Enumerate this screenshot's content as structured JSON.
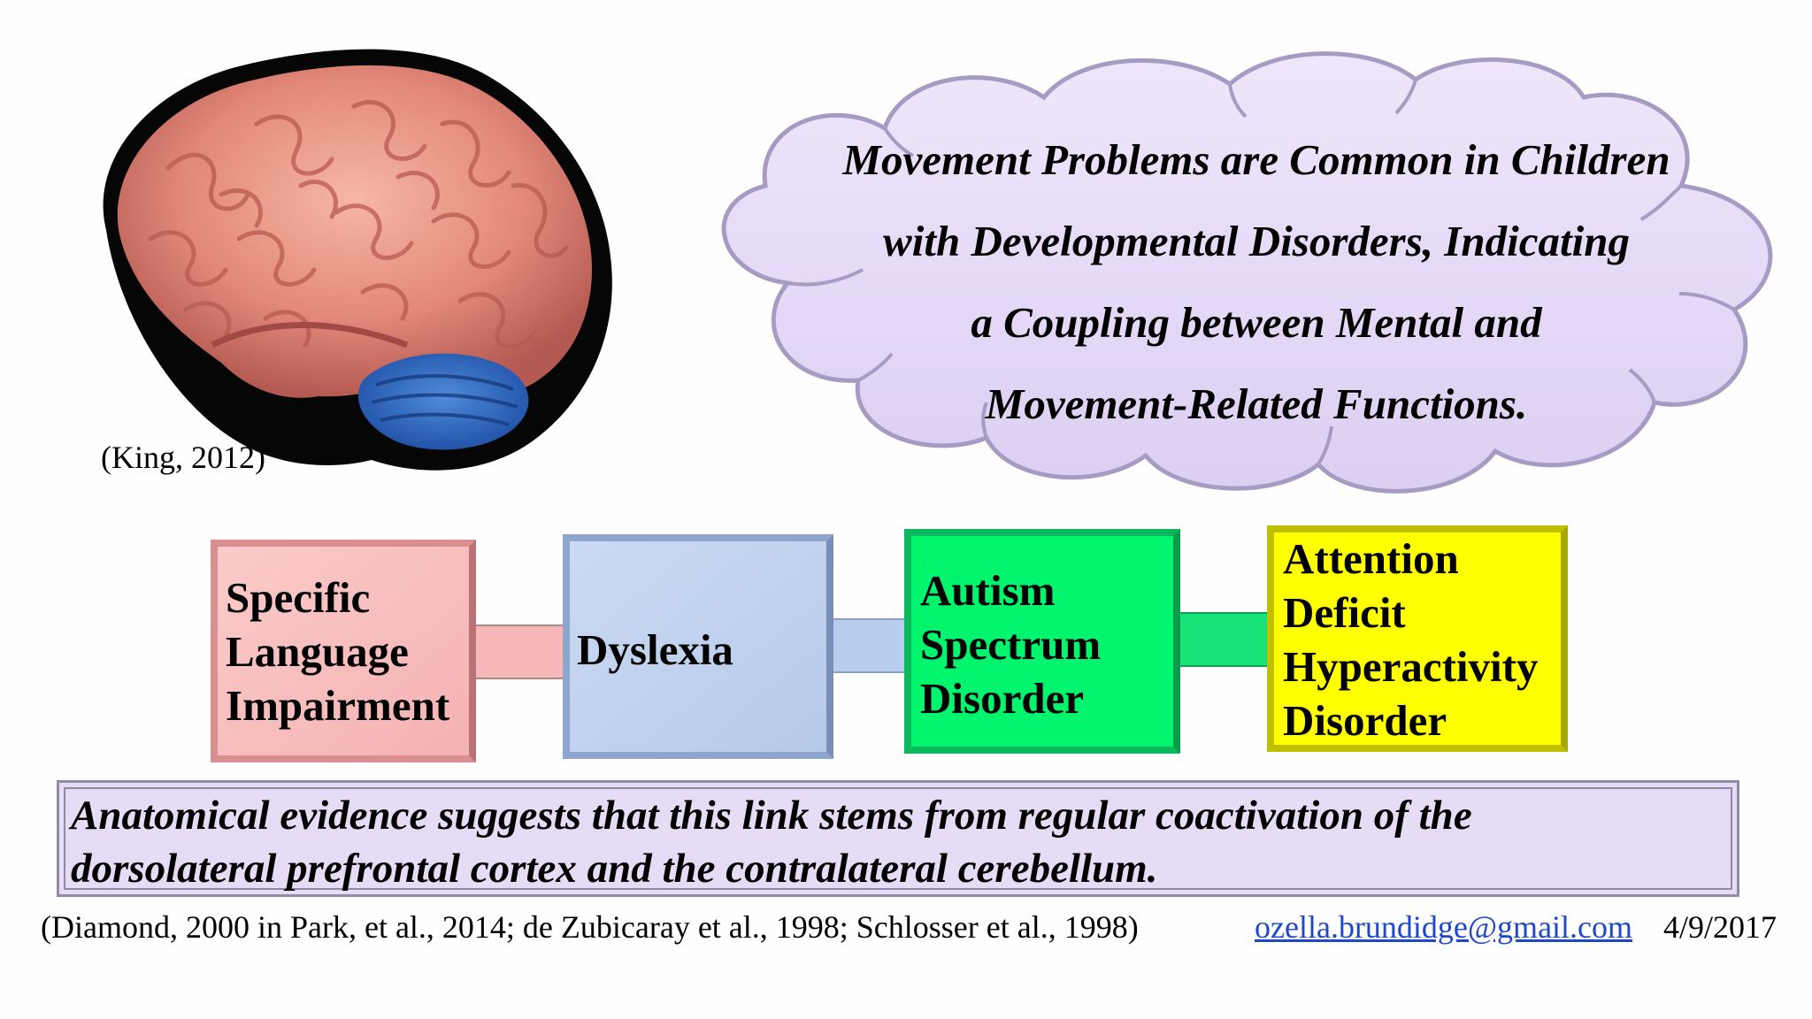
{
  "image": {
    "subject": "brain-illustration",
    "caption": "(King, 2012)"
  },
  "cloud": {
    "lines": [
      "Movement Problems are Common in Children",
      "with Developmental Disorders, Indicating",
      "a Coupling between Mental and",
      "Movement-Related Functions."
    ],
    "fill_color": "#e7dcf7",
    "stroke_color": "#a69bc2"
  },
  "disorders": [
    {
      "lines": [
        "Specific",
        "Language",
        "Impairment"
      ],
      "color": "#f9c2c2"
    },
    {
      "lines": [
        "Dyslexia"
      ],
      "color": "#c2d4f0"
    },
    {
      "lines": [
        "Autism",
        "Spectrum",
        "Disorder"
      ],
      "color": "#00f76f"
    },
    {
      "lines": [
        "Attention",
        "Deficit",
        "Hyperactivity",
        "Disorder"
      ],
      "color": "#ffff00"
    }
  ],
  "evidence": {
    "lines": [
      "Anatomical evidence suggests that this link stems from regular coactivation of the",
      "dorsolateral prefrontal cortex and the contralateral cerebellum."
    ],
    "fill_color": "#e6dcf6"
  },
  "footer": {
    "citations": "(Diamond, 2000 in Park, et al., 2014; de Zubicaray et al., 1998; Schlosser et al., 1998)",
    "email": "ozella.brundidge@gmail.com",
    "date": "4/9/2017",
    "link_color": "#1f48c8"
  }
}
